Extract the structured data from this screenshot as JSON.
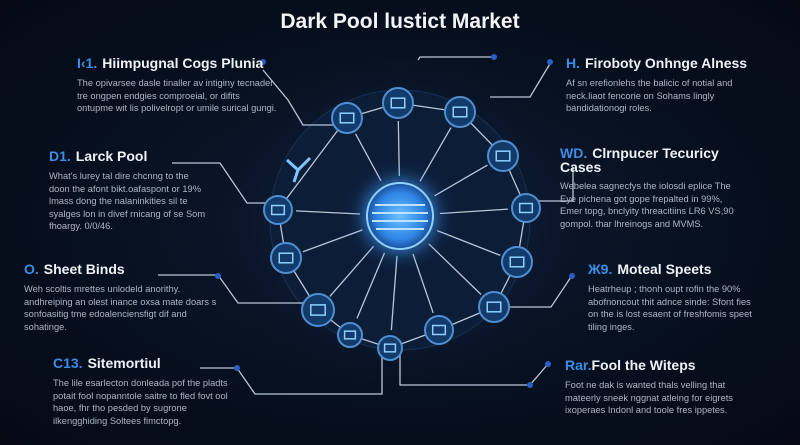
{
  "title": "Dark Pool lustict Market",
  "sections": [
    {
      "num": "I‹1.",
      "title": "Hiimpugnal Cogs Plunia",
      "body": "The opivarsee dasle tinaller av intiginy tecnader tre ongpen endgies comproeial, or difits ontupme wit lis polivelropt or umile surical gungi."
    },
    {
      "num": "D1.",
      "title": "Larck Pool",
      "body": "What's lurey tal dire chcnng to the doon the afont bikt.oafaspont or 19% lmass dong the nalaninkities sil te syalges lon in divef rnicang of se Som fhoargy. 0/0/46."
    },
    {
      "num": "O.",
      "title": "Sheet Binds",
      "body": "Weh scoltis mrettes unlodeld anorithy. andhreiping an olest inance oxsa mate doars s sonfoasitig tme edoalenciensfigt dif and sohatinge."
    },
    {
      "num": "C13.",
      "title": "Sitemortiul",
      "body": "The lile esarlecton donleada pof the pladts potait fool nopanntole saitre to fled fovt ool haoe, fhr tho pesded by sugrone ilkengghiding Soltees fimctopg."
    },
    {
      "num": "H.",
      "title": "Firoboty Onhnge Alness",
      "body": "Af sn erefionlehs the balicic of notial and neck.liaot fencorie on Sohams lingly bandidationogi roles."
    },
    {
      "num": "WD.",
      "title": "Clrnpucer Tecuricy Cases",
      "body": "Webelea sagnecfys the iolosdi eplice The Eye pichena got gope frepalted in 99%, Emer topg, bnclyity threacitiins LR6 VS,90 gompol. thar lhreinogs and MVMS."
    },
    {
      "num": "Ж9.",
      "title": "Moteal Speets",
      "body": "Heatrheup ; thonh oupt rofin the 90% abofnoncout thit adnce sinde: Sfont fies on the is lost esaent of freshfomis speet tiling inges."
    },
    {
      "num": "Rar.",
      "title": "Fool the Witeps",
      "body": "Foot ne dak is wanted thals velling that mateerly sneek nggnat atleing for eigrets ixoperaes Indonl and toole fres ippetes."
    }
  ],
  "colors": {
    "accent": "#3b8de8",
    "node": "#1d4f8c",
    "glow": "#4aa3ff"
  }
}
